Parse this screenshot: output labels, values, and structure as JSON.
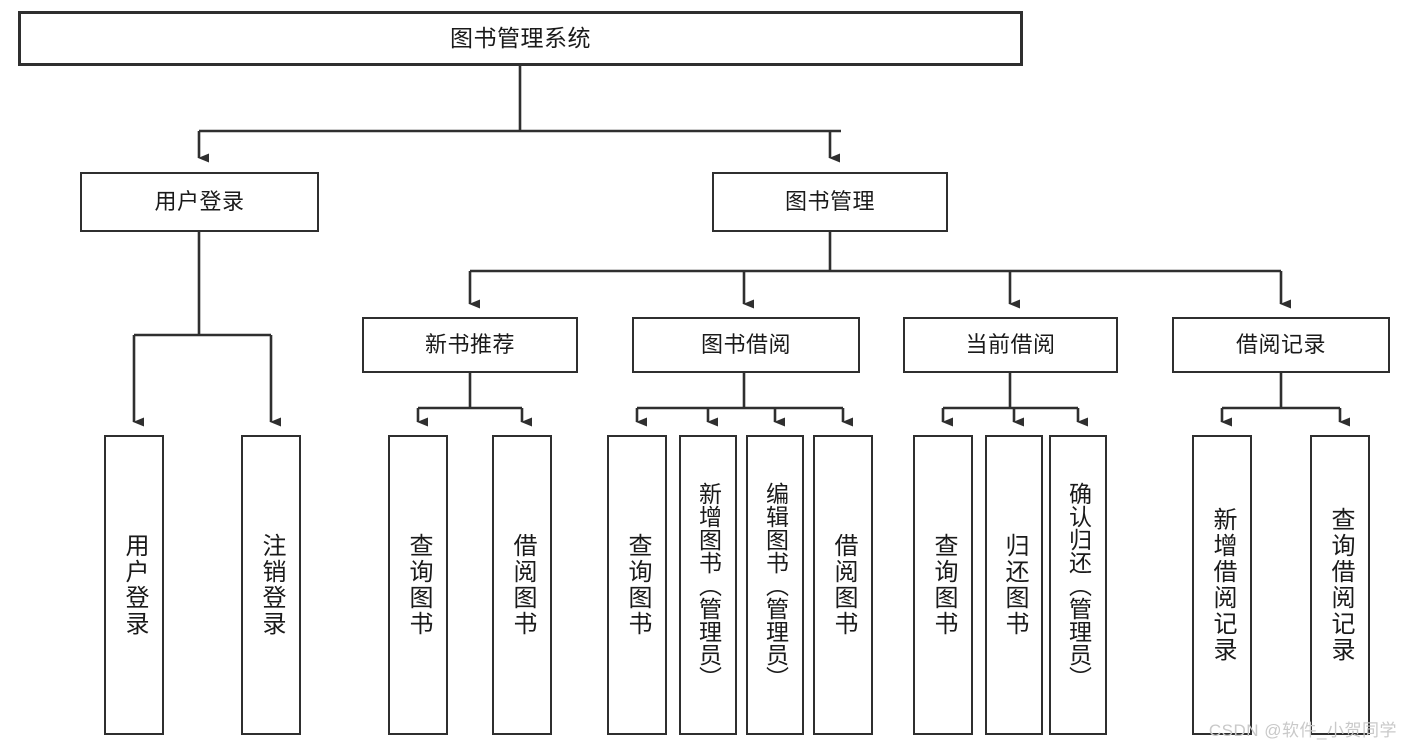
{
  "diagram": {
    "title": "图书管理系统",
    "watermark": "CSDN @软件_小贺同学",
    "root": {
      "label": "图书管理系统"
    },
    "level2": [
      {
        "label": "用户登录"
      },
      {
        "label": "图书管理"
      }
    ],
    "level3": [
      {
        "label": "新书推荐"
      },
      {
        "label": "图书借阅"
      },
      {
        "label": "当前借阅"
      },
      {
        "label": "借阅记录"
      }
    ],
    "leaves": {
      "user_login": [
        {
          "label": "用户登录"
        },
        {
          "label": "注销登录"
        }
      ],
      "new_book": [
        {
          "label": "查询图书"
        },
        {
          "label": "借阅图书"
        }
      ],
      "book_borrow": [
        {
          "label": "查询图书"
        },
        {
          "label": "新增图书（管理员）"
        },
        {
          "label": "编辑图书（管理员）"
        },
        {
          "label": "借阅图书"
        }
      ],
      "current_borrow": [
        {
          "label": "查询图书"
        },
        {
          "label": "归还图书"
        },
        {
          "label": "确认归还（管理员）"
        }
      ],
      "borrow_record": [
        {
          "label": "新增借阅记录"
        },
        {
          "label": "查询借阅记录"
        }
      ]
    }
  },
  "colors": {
    "stroke": "#2f2f2f",
    "box_fill": "#ffffff",
    "text": "#1a1a1a",
    "watermark": "#c9c9c9"
  }
}
